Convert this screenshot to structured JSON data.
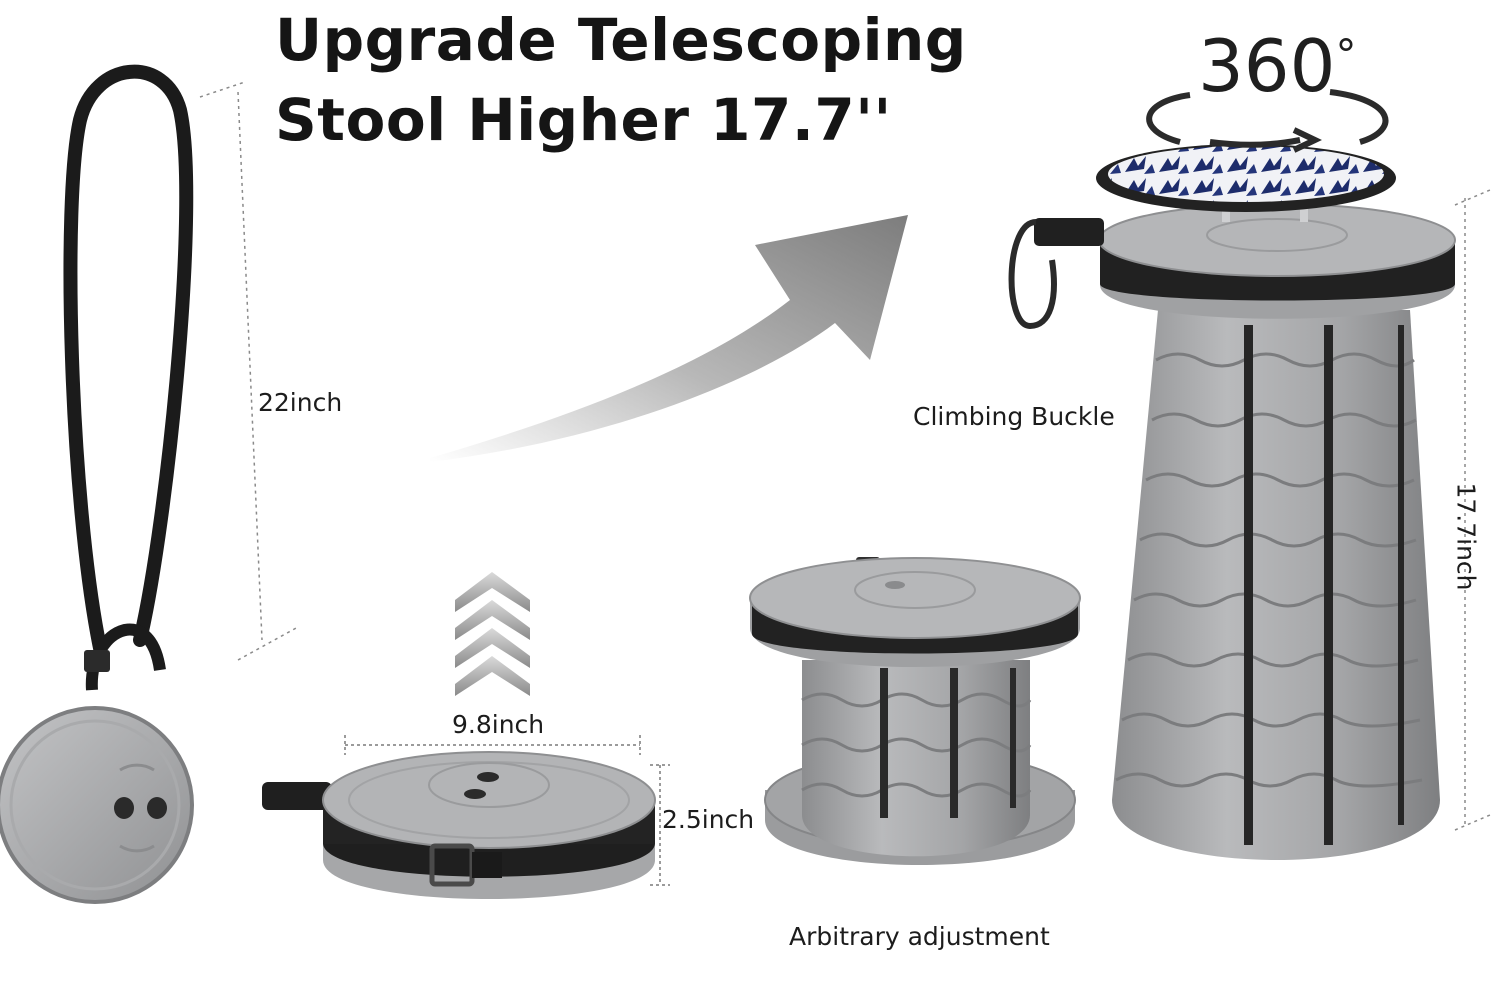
{
  "title": {
    "line1": "Upgrade Telescoping",
    "line2": "Stool Higher 17.7''"
  },
  "rotation": {
    "value": "360",
    "unit": "°"
  },
  "labels": {
    "strap_height": "22inch",
    "diameter": "9.8inch",
    "folded_height": "2.5inch",
    "extended_height": "17.7inch",
    "carabiner": "Climbing Buckle",
    "mid_stool": "Arbitrary adjustment"
  },
  "colors": {
    "stool_gray": "#9a9b9d",
    "stool_light": "#b7b8ba",
    "band_black": "#1f1f1f",
    "cushion_navy": "#1d2c6b",
    "arrow_gray": "#8e8e8e"
  }
}
